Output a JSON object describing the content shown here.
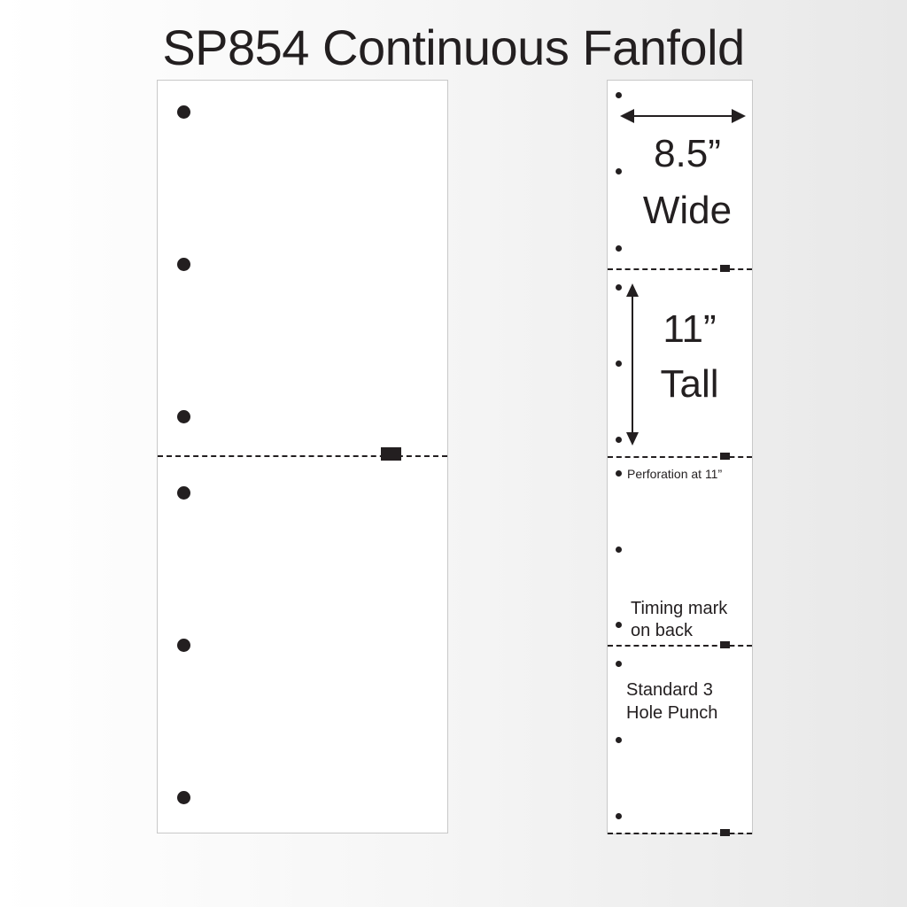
{
  "title": "SP854 Continuous Fanfold",
  "diagram": {
    "left_sheet": {
      "description": "Two 8.5x11 pages joined at a horizontal perforation with timing mark",
      "holes_per_page": 3
    },
    "right_strip": {
      "width_value": "8.5”",
      "width_label": "Wide",
      "height_value": "11”",
      "height_label": "Tall",
      "perforation_note": "Perforation at 11”",
      "timing_note_line1": "Timing mark",
      "timing_note_line2": "on back",
      "punch_note_line1": "Standard 3",
      "punch_note_line2": "Hole Punch"
    }
  },
  "colors": {
    "ink": "#231f20",
    "sheet": "#ffffff",
    "sheet_border": "#c8c8c8"
  }
}
